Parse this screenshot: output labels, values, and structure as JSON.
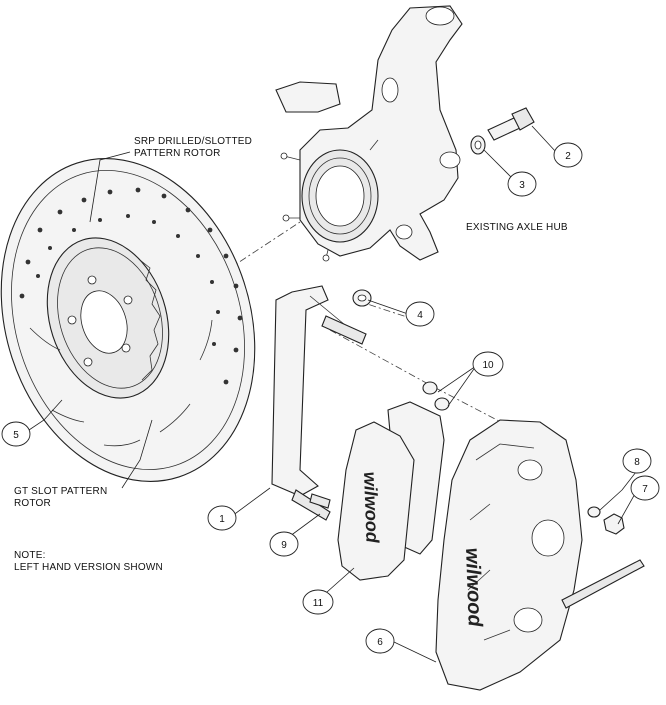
{
  "labels": {
    "rotor_top": [
      "SRP DRILLED/SLOTTED",
      "PATTERN ROTOR"
    ],
    "hub": "EXISTING AXLE HUB",
    "rotor_bottom": [
      "GT SLOT PATTERN",
      "ROTOR"
    ],
    "note": [
      "NOTE:",
      "LEFT HAND VERSION SHOWN"
    ]
  },
  "callouts": [
    {
      "id": "callout-1",
      "number": "1"
    },
    {
      "id": "callout-2",
      "number": "2"
    },
    {
      "id": "callout-3",
      "number": "3"
    },
    {
      "id": "callout-4",
      "number": "4"
    },
    {
      "id": "callout-5",
      "number": "5"
    },
    {
      "id": "callout-6",
      "number": "6"
    },
    {
      "id": "callout-7",
      "number": "7"
    },
    {
      "id": "callout-8",
      "number": "8"
    },
    {
      "id": "callout-9",
      "number": "9"
    },
    {
      "id": "callout-10",
      "number": "10"
    },
    {
      "id": "callout-11",
      "number": "11"
    }
  ],
  "brand_text": "wilwood",
  "icons": {
    "rotor": "brake-rotor-icon",
    "knuckle": "steering-knuckle-icon",
    "bracket": "caliper-bracket-icon",
    "pads": "brake-pad-icon",
    "caliper": "brake-caliper-icon"
  }
}
